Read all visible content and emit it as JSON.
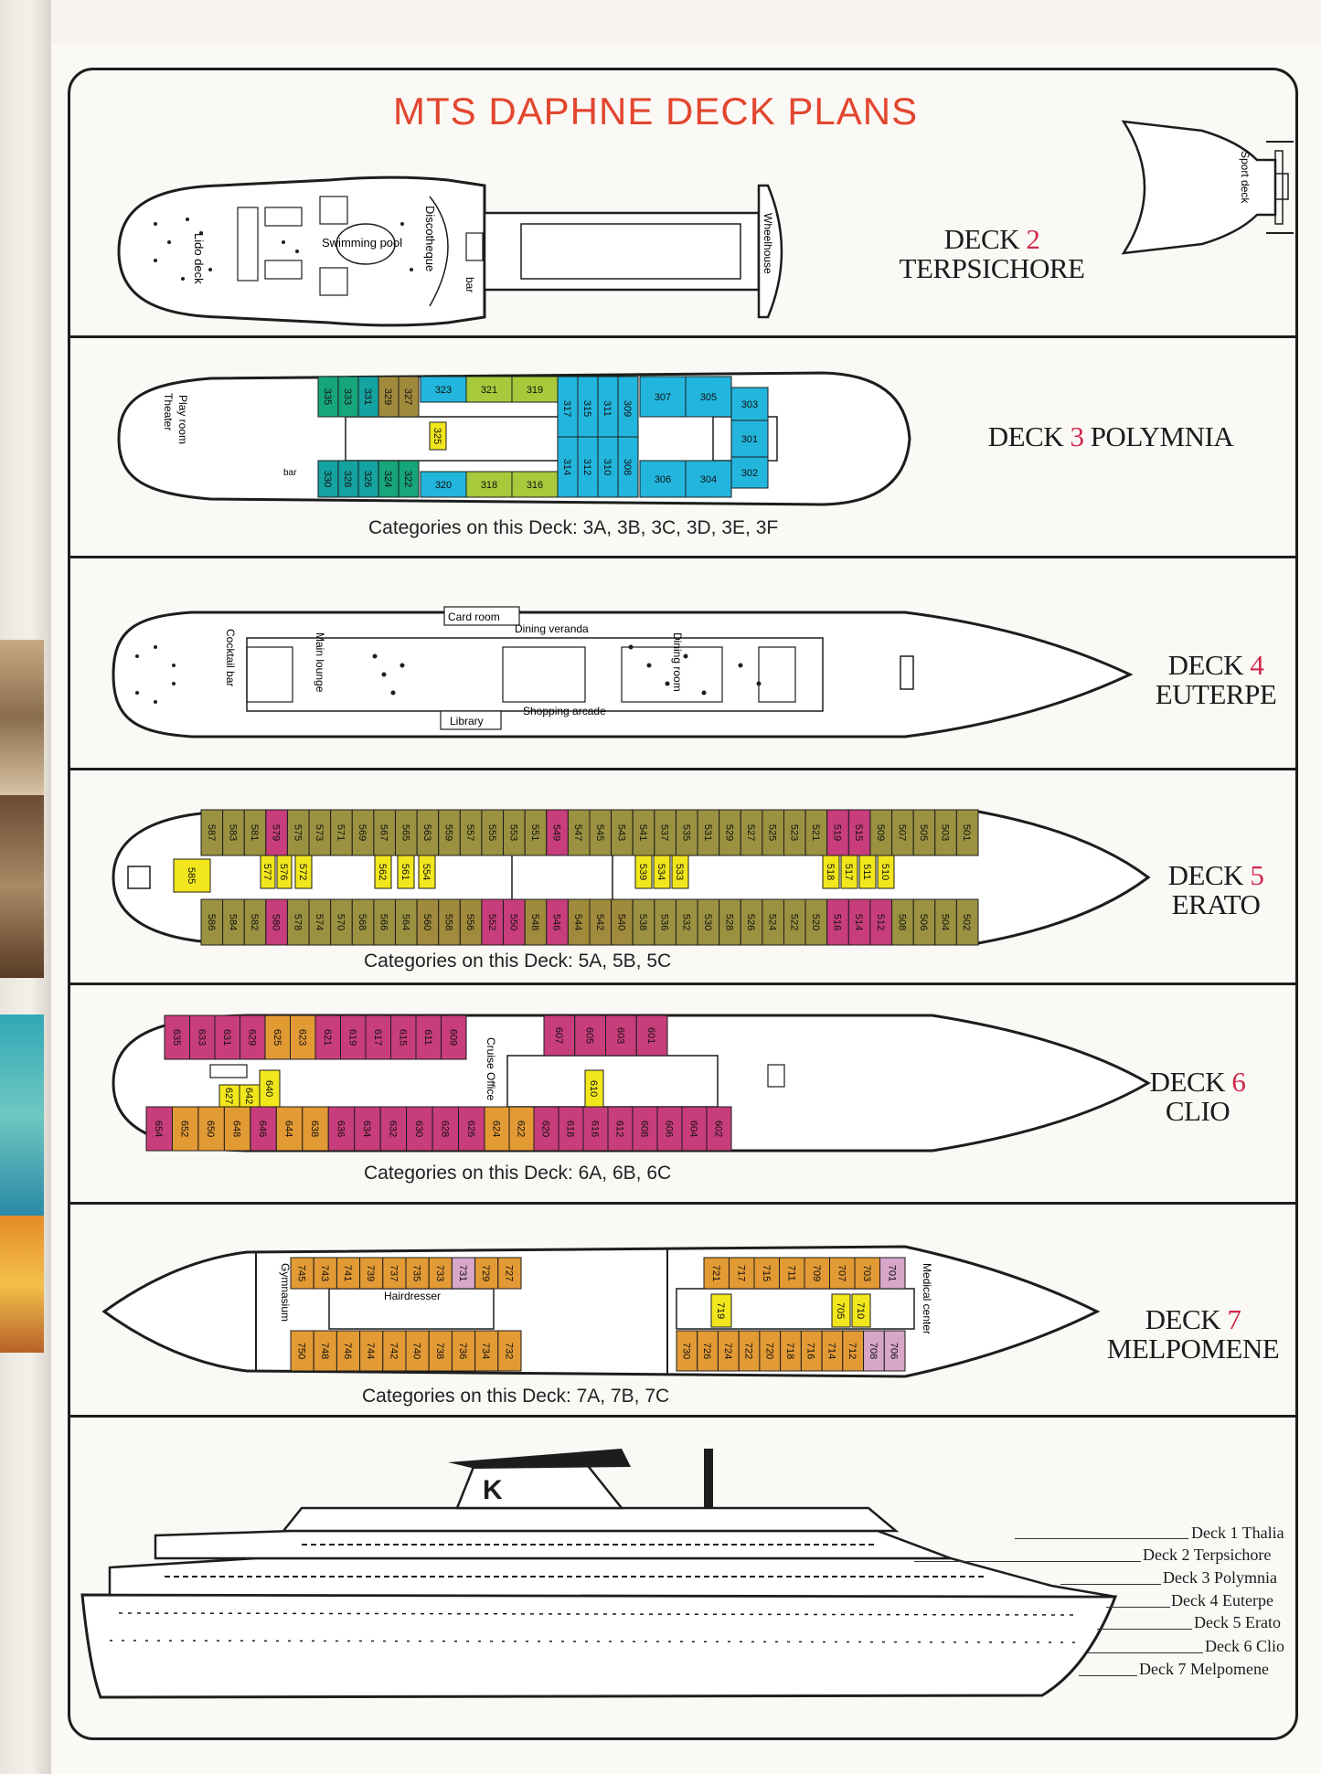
{
  "title": "MTS DAPHNE DECK PLANS",
  "colors": {
    "title": "#e2462f",
    "deck_number": "#d0284a",
    "cat_olive": "#9a9240",
    "cat_green": "#17a57a",
    "cat_teal": "#14a3a0",
    "cat_cyan": "#22b6dd",
    "cat_lime": "#a7c93b",
    "cat_yellow": "#f2e71c",
    "cat_brown": "#a08a3c",
    "cat_magenta": "#c83d7c",
    "cat_orange": "#e29a35",
    "cat_pink": "#d7a6c9"
  },
  "decks": [
    {
      "id": "deck2",
      "label_prefix": "DECK",
      "number": "2",
      "name": "TERPSICHORE",
      "areas": [
        "Lido deck",
        "Swimming pool",
        "Discotheque",
        "bar",
        "Wheelhouse",
        "Sport deck"
      ]
    },
    {
      "id": "deck3",
      "label_prefix": "DECK",
      "number": "3",
      "name": "POLYMNIA",
      "areas": [
        "Theater",
        "Play room",
        "bar"
      ],
      "categories": "Categories on this Deck: 3A, 3B, 3C, 3D, 3E, 3F",
      "cabins": [
        {
          "n": "335",
          "c": "cat_green"
        },
        {
          "n": "333",
          "c": "cat_green"
        },
        {
          "n": "331",
          "c": "cat_teal"
        },
        {
          "n": "329",
          "c": "cat_brown"
        },
        {
          "n": "327",
          "c": "cat_brown"
        },
        {
          "n": "323",
          "c": "cat_cyan"
        },
        {
          "n": "321",
          "c": "cat_lime"
        },
        {
          "n": "319",
          "c": "cat_lime"
        },
        {
          "n": "317",
          "c": "cat_cyan"
        },
        {
          "n": "315",
          "c": "cat_cyan"
        },
        {
          "n": "311",
          "c": "cat_cyan"
        },
        {
          "n": "309",
          "c": "cat_cyan"
        },
        {
          "n": "307",
          "c": "cat_cyan"
        },
        {
          "n": "305",
          "c": "cat_cyan"
        },
        {
          "n": "303",
          "c": "cat_cyan"
        },
        {
          "n": "301",
          "c": "cat_cyan"
        },
        {
          "n": "302",
          "c": "cat_cyan"
        },
        {
          "n": "304",
          "c": "cat_cyan"
        },
        {
          "n": "306",
          "c": "cat_cyan"
        },
        {
          "n": "308",
          "c": "cat_cyan"
        },
        {
          "n": "310",
          "c": "cat_cyan"
        },
        {
          "n": "312",
          "c": "cat_cyan"
        },
        {
          "n": "314",
          "c": "cat_cyan"
        },
        {
          "n": "316",
          "c": "cat_lime"
        },
        {
          "n": "318",
          "c": "cat_lime"
        },
        {
          "n": "320",
          "c": "cat_cyan"
        },
        {
          "n": "322",
          "c": "cat_green"
        },
        {
          "n": "324",
          "c": "cat_green"
        },
        {
          "n": "326",
          "c": "cat_teal"
        },
        {
          "n": "328",
          "c": "cat_teal"
        },
        {
          "n": "330",
          "c": "cat_teal"
        },
        {
          "n": "325",
          "c": "cat_yellow"
        }
      ]
    },
    {
      "id": "deck4",
      "label_prefix": "DECK",
      "number": "4",
      "name": "EUTERPE",
      "areas": [
        "Card room",
        "Dining veranda",
        "Cocktail bar",
        "Main lounge",
        "Dining room",
        "Library",
        "Shopping arcade"
      ]
    },
    {
      "id": "deck5",
      "label_prefix": "DECK",
      "number": "5",
      "name": "ERATO",
      "categories": "Categories on this Deck: 5A, 5B, 5C",
      "cabins_top": [
        "587",
        "583",
        "581",
        "579",
        "575",
        "573",
        "571",
        "569",
        "567",
        "565",
        "563",
        "559",
        "557",
        "555",
        "553",
        "551",
        "549",
        "547",
        "545",
        "543",
        "541",
        "537",
        "535",
        "531",
        "529",
        "527",
        "525",
        "523",
        "521",
        "519",
        "515",
        "509",
        "507",
        "505",
        "503",
        "501"
      ],
      "cabins_bottom": [
        "586",
        "584",
        "582",
        "580",
        "578",
        "574",
        "570",
        "568",
        "566",
        "564",
        "560",
        "558",
        "556",
        "552",
        "550",
        "548",
        "546",
        "544",
        "542",
        "540",
        "538",
        "536",
        "532",
        "530",
        "528",
        "526",
        "524",
        "522",
        "520",
        "516",
        "514",
        "512",
        "508",
        "506",
        "504",
        "502"
      ],
      "cabins_inner": [
        "585",
        "577",
        "576",
        "572",
        "562",
        "561",
        "554",
        "539",
        "534",
        "533",
        "518",
        "517",
        "511",
        "510"
      ]
    },
    {
      "id": "deck6",
      "label_prefix": "DECK",
      "number": "6",
      "name": "CLIO",
      "areas": [
        "Cruise Office"
      ],
      "categories": "Categories on this Deck: 6A, 6B, 6C",
      "cabins_top": [
        "635",
        "633",
        "631",
        "629",
        "625",
        "623",
        "621",
        "619",
        "617",
        "615",
        "611",
        "609",
        "607",
        "605",
        "603",
        "601"
      ],
      "cabins_bottom": [
        "654",
        "652",
        "650",
        "648",
        "646",
        "644",
        "638",
        "636",
        "634",
        "632",
        "630",
        "628",
        "626",
        "624",
        "622",
        "620",
        "618",
        "616",
        "612",
        "608",
        "606",
        "604",
        "602"
      ],
      "cabins_inner": [
        "627",
        "642",
        "640",
        "610"
      ]
    },
    {
      "id": "deck7",
      "label_prefix": "DECK",
      "number": "7",
      "name": "MELPOMENE",
      "areas": [
        "Gymnasium",
        "Hairdresser",
        "Medical center"
      ],
      "categories": "Categories on this Deck: 7A, 7B, 7C",
      "cabins_top": [
        "745",
        "743",
        "741",
        "739",
        "737",
        "735",
        "733",
        "731",
        "729",
        "727",
        "721",
        "717",
        "715",
        "711",
        "709",
        "707",
        "703",
        "701"
      ],
      "cabins_bottom": [
        "750",
        "748",
        "746",
        "744",
        "742",
        "740",
        "738",
        "736",
        "734",
        "732",
        "730",
        "726",
        "724",
        "722",
        "720",
        "718",
        "716",
        "714",
        "712",
        "708",
        "706"
      ],
      "cabins_inner": [
        "719",
        "705",
        "710"
      ]
    }
  ],
  "profile_legend": [
    "Deck 1 Thalia",
    "Deck 2 Terpsichore",
    "Deck 3 Polymnia",
    "Deck 4 Euterpe",
    "Deck 5 Erato",
    "Deck 6 Clio",
    "Deck 7 Melpomene"
  ],
  "funnel_letter": "K"
}
